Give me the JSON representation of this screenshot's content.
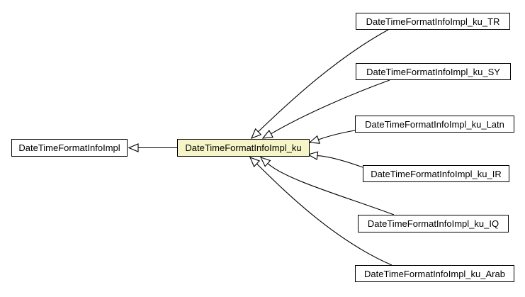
{
  "diagram": {
    "type": "class-inheritance-diagram",
    "background_color": "#ffffff",
    "line_color": "#000000",
    "selected_fill_color": "#f5f5c8",
    "box_fill_color": "#ffffff",
    "superclass": {
      "label": "DateTimeFormatInfoImpl"
    },
    "selected_class": {
      "label": "DateTimeFormatInfoImpl_ku",
      "selected": true
    },
    "subclasses": [
      {
        "label": "DateTimeFormatInfoImpl_ku_TR"
      },
      {
        "label": "DateTimeFormatInfoImpl_ku_SY"
      },
      {
        "label": "DateTimeFormatInfoImpl_ku_Latn"
      },
      {
        "label": "DateTimeFormatInfoImpl_ku_IR"
      },
      {
        "label": "DateTimeFormatInfoImpl_ku_IQ"
      },
      {
        "label": "DateTimeFormatInfoImpl_ku_Arab"
      }
    ],
    "edges": [
      {
        "from": "DateTimeFormatInfoImpl_ku",
        "to": "DateTimeFormatInfoImpl",
        "type": "generalization"
      },
      {
        "from": "DateTimeFormatInfoImpl_ku_TR",
        "to": "DateTimeFormatInfoImpl_ku",
        "type": "generalization"
      },
      {
        "from": "DateTimeFormatInfoImpl_ku_SY",
        "to": "DateTimeFormatInfoImpl_ku",
        "type": "generalization"
      },
      {
        "from": "DateTimeFormatInfoImpl_ku_Latn",
        "to": "DateTimeFormatInfoImpl_ku",
        "type": "generalization"
      },
      {
        "from": "DateTimeFormatInfoImpl_ku_IR",
        "to": "DateTimeFormatInfoImpl_ku",
        "type": "generalization"
      },
      {
        "from": "DateTimeFormatInfoImpl_ku_IQ",
        "to": "DateTimeFormatInfoImpl_ku",
        "type": "generalization"
      },
      {
        "from": "DateTimeFormatInfoImpl_ku_Arab",
        "to": "DateTimeFormatInfoImpl_ku",
        "type": "generalization"
      }
    ]
  }
}
